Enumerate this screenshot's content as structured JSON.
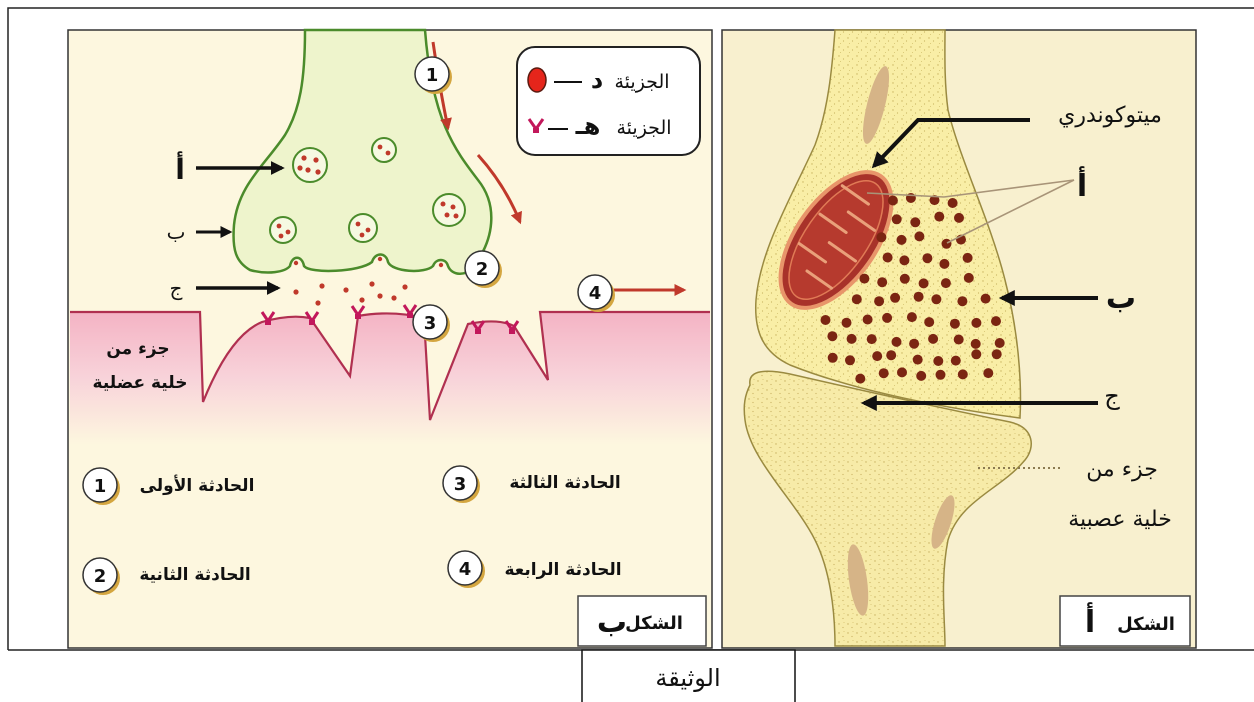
{
  "document_caption": "الوثيقة",
  "figure_b": {
    "title_word": "الشكل",
    "title_letter": "ب",
    "legend": {
      "molecule_d_word": "الجزيئة",
      "molecule_d_letter": "د",
      "molecule_e_word": "الجزيئة",
      "molecule_e_letter": "هـ"
    },
    "labels": {
      "a": "أ",
      "b": "ب",
      "c": "ج"
    },
    "muscle_cell_label": {
      "line1": "جزء من",
      "line2": "خلية عضلية"
    },
    "event_markers": [
      "1",
      "2",
      "3",
      "4"
    ],
    "events": [
      {
        "number": "1",
        "text": "الحادثة الأولى"
      },
      {
        "number": "2",
        "text": "الحادثة الثانية"
      },
      {
        "number": "3",
        "text": "الحادثة الثالثة"
      },
      {
        "number": "4",
        "text": "الحادثة الرابعة"
      }
    ]
  },
  "figure_a": {
    "title_word": "الشكل",
    "title_letter": "أ",
    "labels": {
      "mitochondrion": "ميتوكوندري",
      "a": "أ",
      "b": "ب",
      "c": "ج"
    },
    "neuron_cell_label": {
      "line1": "جزء من",
      "line2": "خلية عصبية"
    }
  },
  "colors": {
    "presynaptic_terminal_b": "#eef4cc",
    "neuron_outline_b": "#4b8b2b",
    "muscle_pink": "#f4b3c4",
    "neurotransmitter_red": "#c0392b",
    "neuron_yellow_a": "#f9eea6",
    "mitochondrion": "#a8322a",
    "vesicle_a": "#7b2512"
  }
}
